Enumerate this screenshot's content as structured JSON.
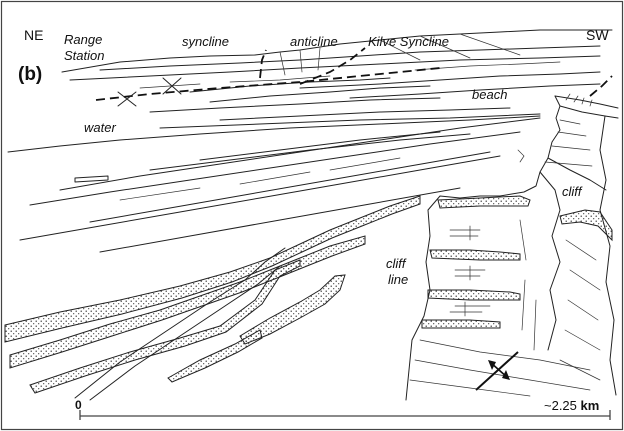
{
  "labels": {
    "ne": "NE",
    "sw": "SW",
    "panel": "(b)",
    "range_station_1": "Range",
    "range_station_2": "Station",
    "syncline": "syncline",
    "anticline": "anticline",
    "kilve_syncline": "Kilve Syncline",
    "water": "water",
    "beach": "beach",
    "cliff": "cliff",
    "cliff_line_1": "cliff",
    "cliff_line_2": "line"
  },
  "scale_bar": {
    "start": "0",
    "end_prefix": "~2.25 ",
    "end_unit": "km"
  }
}
